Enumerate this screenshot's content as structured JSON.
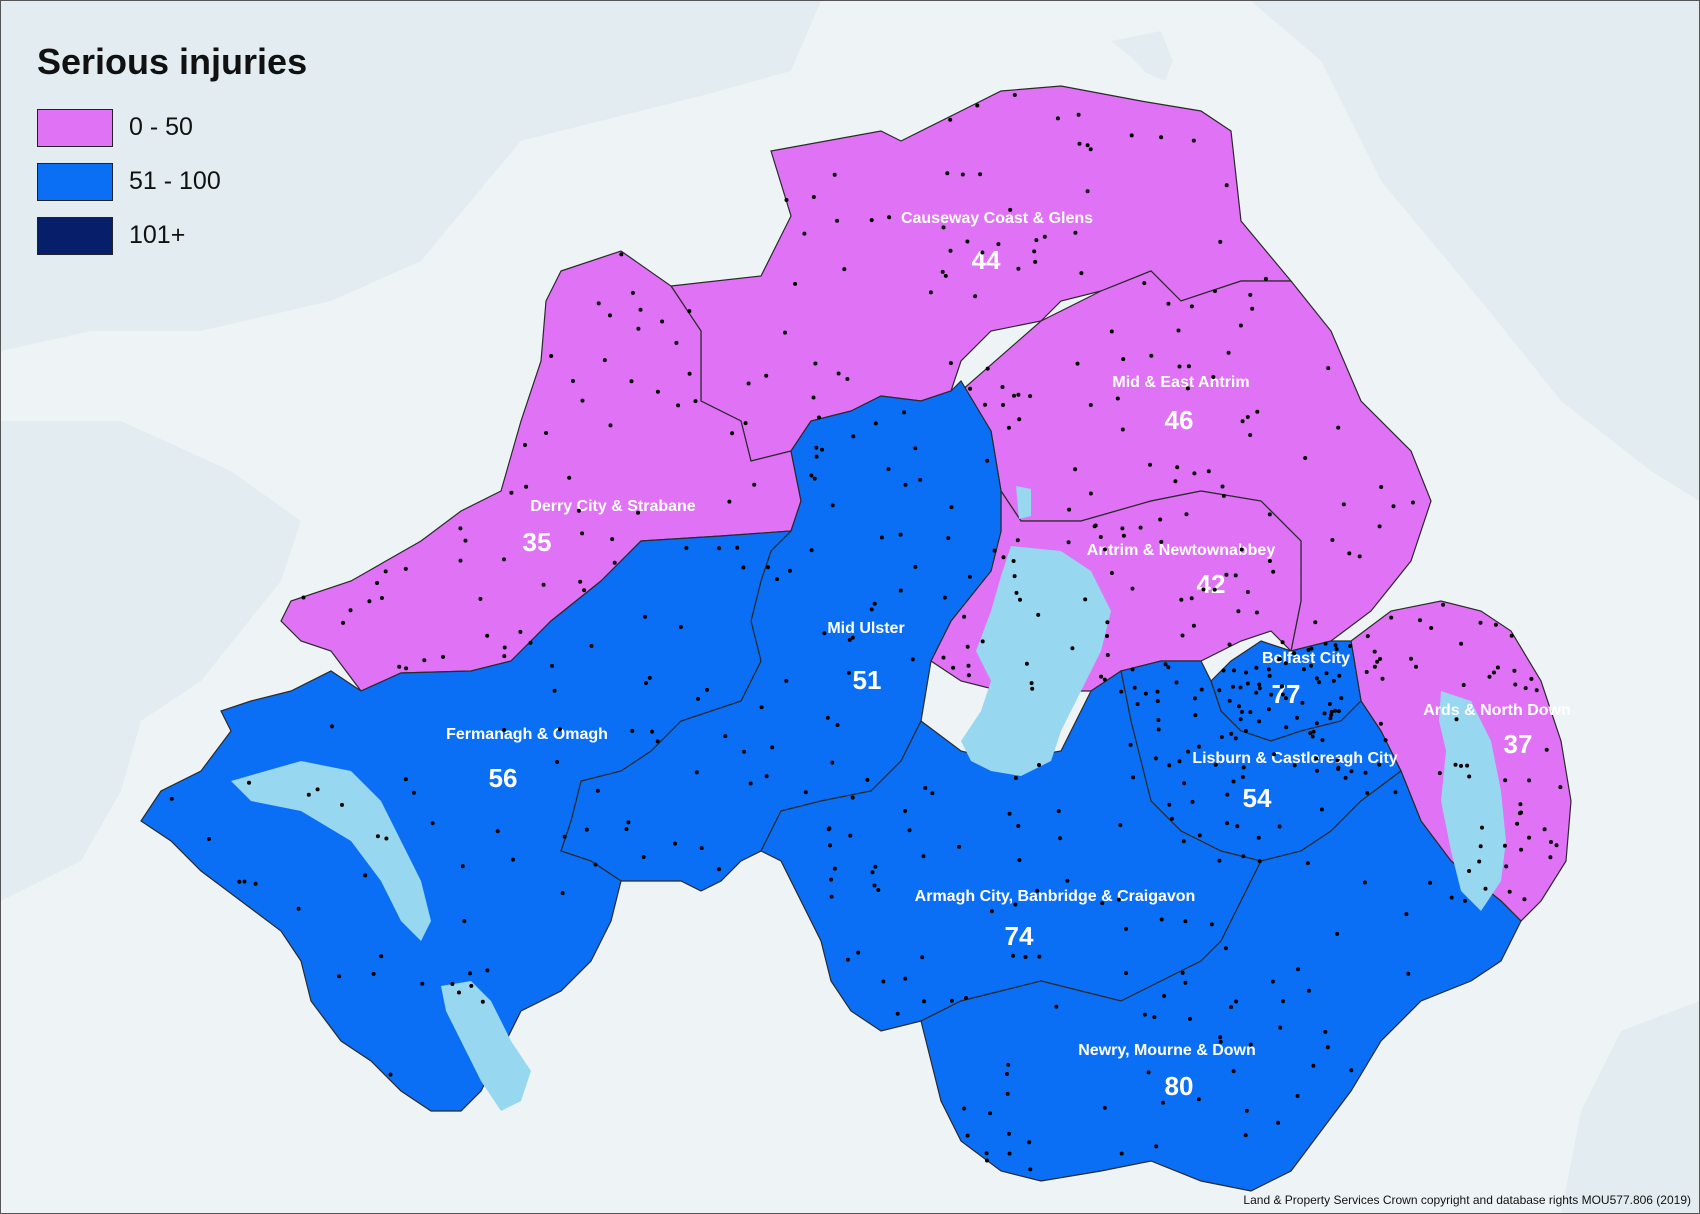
{
  "legend": {
    "title": "Serious injuries",
    "classes": [
      {
        "label": "0 - 50",
        "color": "#df72f5"
      },
      {
        "label": "51 - 100",
        "color": "#0a6ff5"
      },
      {
        "label": "101+",
        "color": "#071f6b"
      }
    ]
  },
  "regions": [
    {
      "key": "causeway",
      "name": "Causeway Coast & Glens",
      "count": "44",
      "class": 0
    },
    {
      "key": "mideast",
      "name": "Mid & East Antrim",
      "count": "46",
      "class": 0
    },
    {
      "key": "derry",
      "name": "Derry City & Strabane",
      "count": "35",
      "class": 0
    },
    {
      "key": "antrim",
      "name": "Antrim & Newtownabbey",
      "count": "42",
      "class": 0
    },
    {
      "key": "ards",
      "name": "Ards & North Down",
      "count": "37",
      "class": 0
    },
    {
      "key": "belfast",
      "name": "Belfast City",
      "count": "77",
      "class": 1
    },
    {
      "key": "midulster",
      "name": "Mid Ulster",
      "count": "51",
      "class": 1
    },
    {
      "key": "fermanagh",
      "name": "Fermanagh & Omagh",
      "count": "56",
      "class": 1
    },
    {
      "key": "lisburn",
      "name": "Lisburn & Castlereagh City",
      "count": "54",
      "class": 1
    },
    {
      "key": "armagh",
      "name": "Armagh City, Banbridge & Craigavon",
      "count": "74",
      "class": 1
    },
    {
      "key": "newry",
      "name": "Newry, Mourne & Down",
      "count": "80",
      "class": 1
    }
  ],
  "colors": {
    "sea": "#eef4f6",
    "land_outside": "#e3edf1",
    "water": "#97d7ef",
    "border": "#2a2a2a",
    "point": "#000000"
  },
  "copyright": "Land & Property Services Crown copyright and database rights MOU577.806 (2019)"
}
